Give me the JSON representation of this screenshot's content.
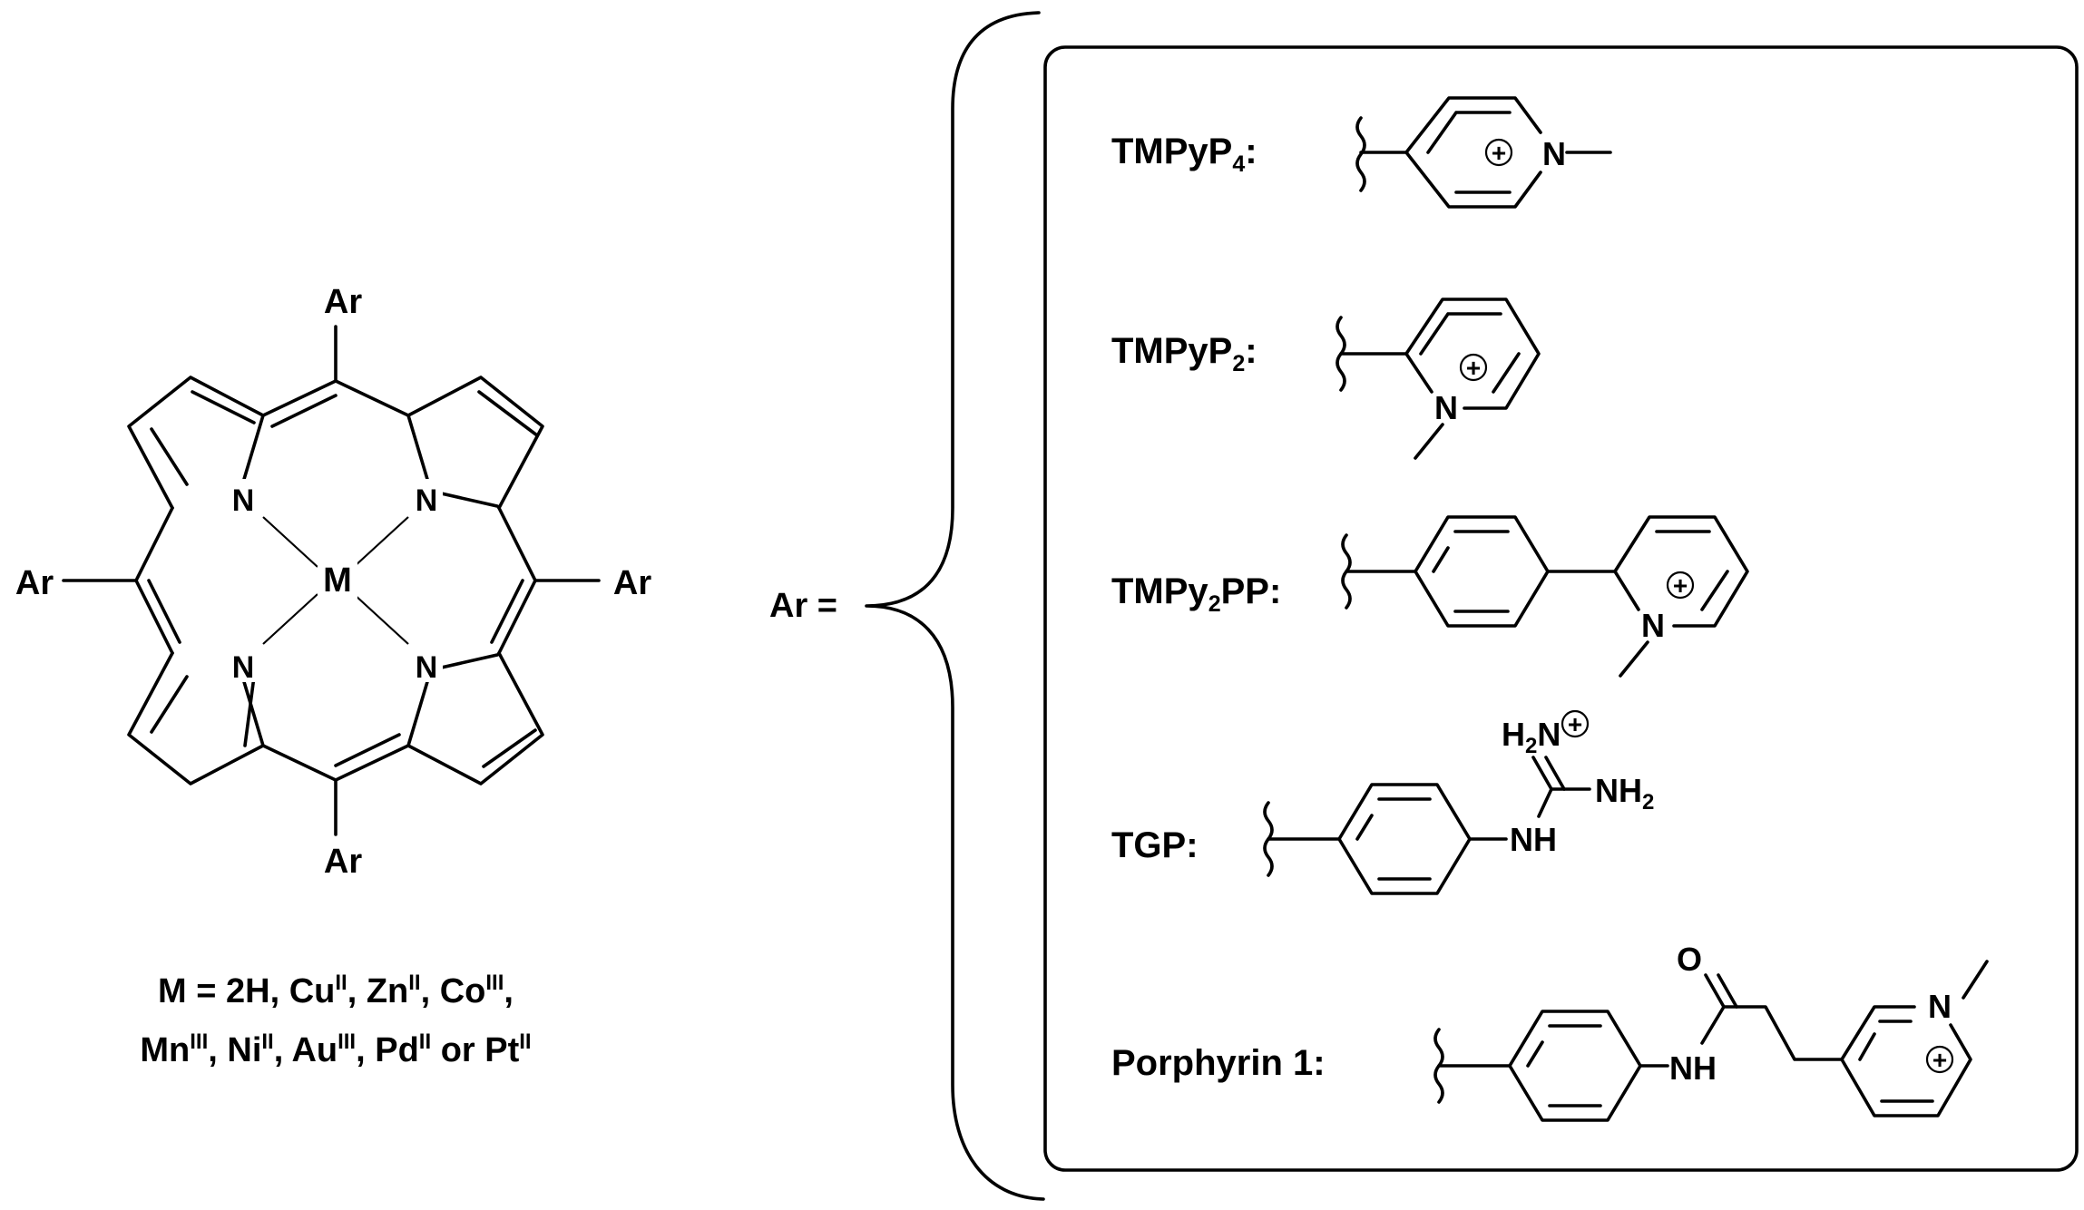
{
  "porphyrin": {
    "substituent": "Ar",
    "metal": "M",
    "nitrogen": "N"
  },
  "metal_list": {
    "line1": [
      {
        "text": "M = 2H, Cu"
      },
      {
        "sup": "II"
      },
      {
        "text": ", Zn"
      },
      {
        "sup": "II"
      },
      {
        "text": ", Co"
      },
      {
        "sup": "III"
      },
      {
        "text": ","
      }
    ],
    "line2": [
      {
        "text": "Mn"
      },
      {
        "sup": "III"
      },
      {
        "text": ", Ni"
      },
      {
        "sup": "II"
      },
      {
        "text": ", Au"
      },
      {
        "sup": "III"
      },
      {
        "text": ", Pd"
      },
      {
        "sup": "II"
      },
      {
        "text": " or Pt"
      },
      {
        "sup": "II"
      }
    ]
  },
  "ar_equals": "Ar =",
  "substituents": [
    {
      "id": "tmpyp4",
      "label": [
        {
          "text": "TMPyP"
        },
        {
          "sub": "4"
        },
        {
          "text": ":"
        }
      ]
    },
    {
      "id": "tmpyp2",
      "label": [
        {
          "text": "TMPyP"
        },
        {
          "sub": "2"
        },
        {
          "text": ":"
        }
      ]
    },
    {
      "id": "tmpy2pp",
      "label": [
        {
          "text": "TMPy"
        },
        {
          "sub": "2"
        },
        {
          "text": "PP:"
        }
      ]
    },
    {
      "id": "tgp",
      "label": [
        {
          "text": "TGP:"
        }
      ]
    },
    {
      "id": "porphyrin1",
      "label": [
        {
          "text": "Porphyrin 1:"
        }
      ]
    }
  ],
  "atoms": {
    "n": "N",
    "plus": "+",
    "o": "O",
    "nh": "NH",
    "h2n_h": "H",
    "h2n_2": "2",
    "h2n_n": "N",
    "nh2_nh": "NH",
    "nh2_2": "2"
  }
}
